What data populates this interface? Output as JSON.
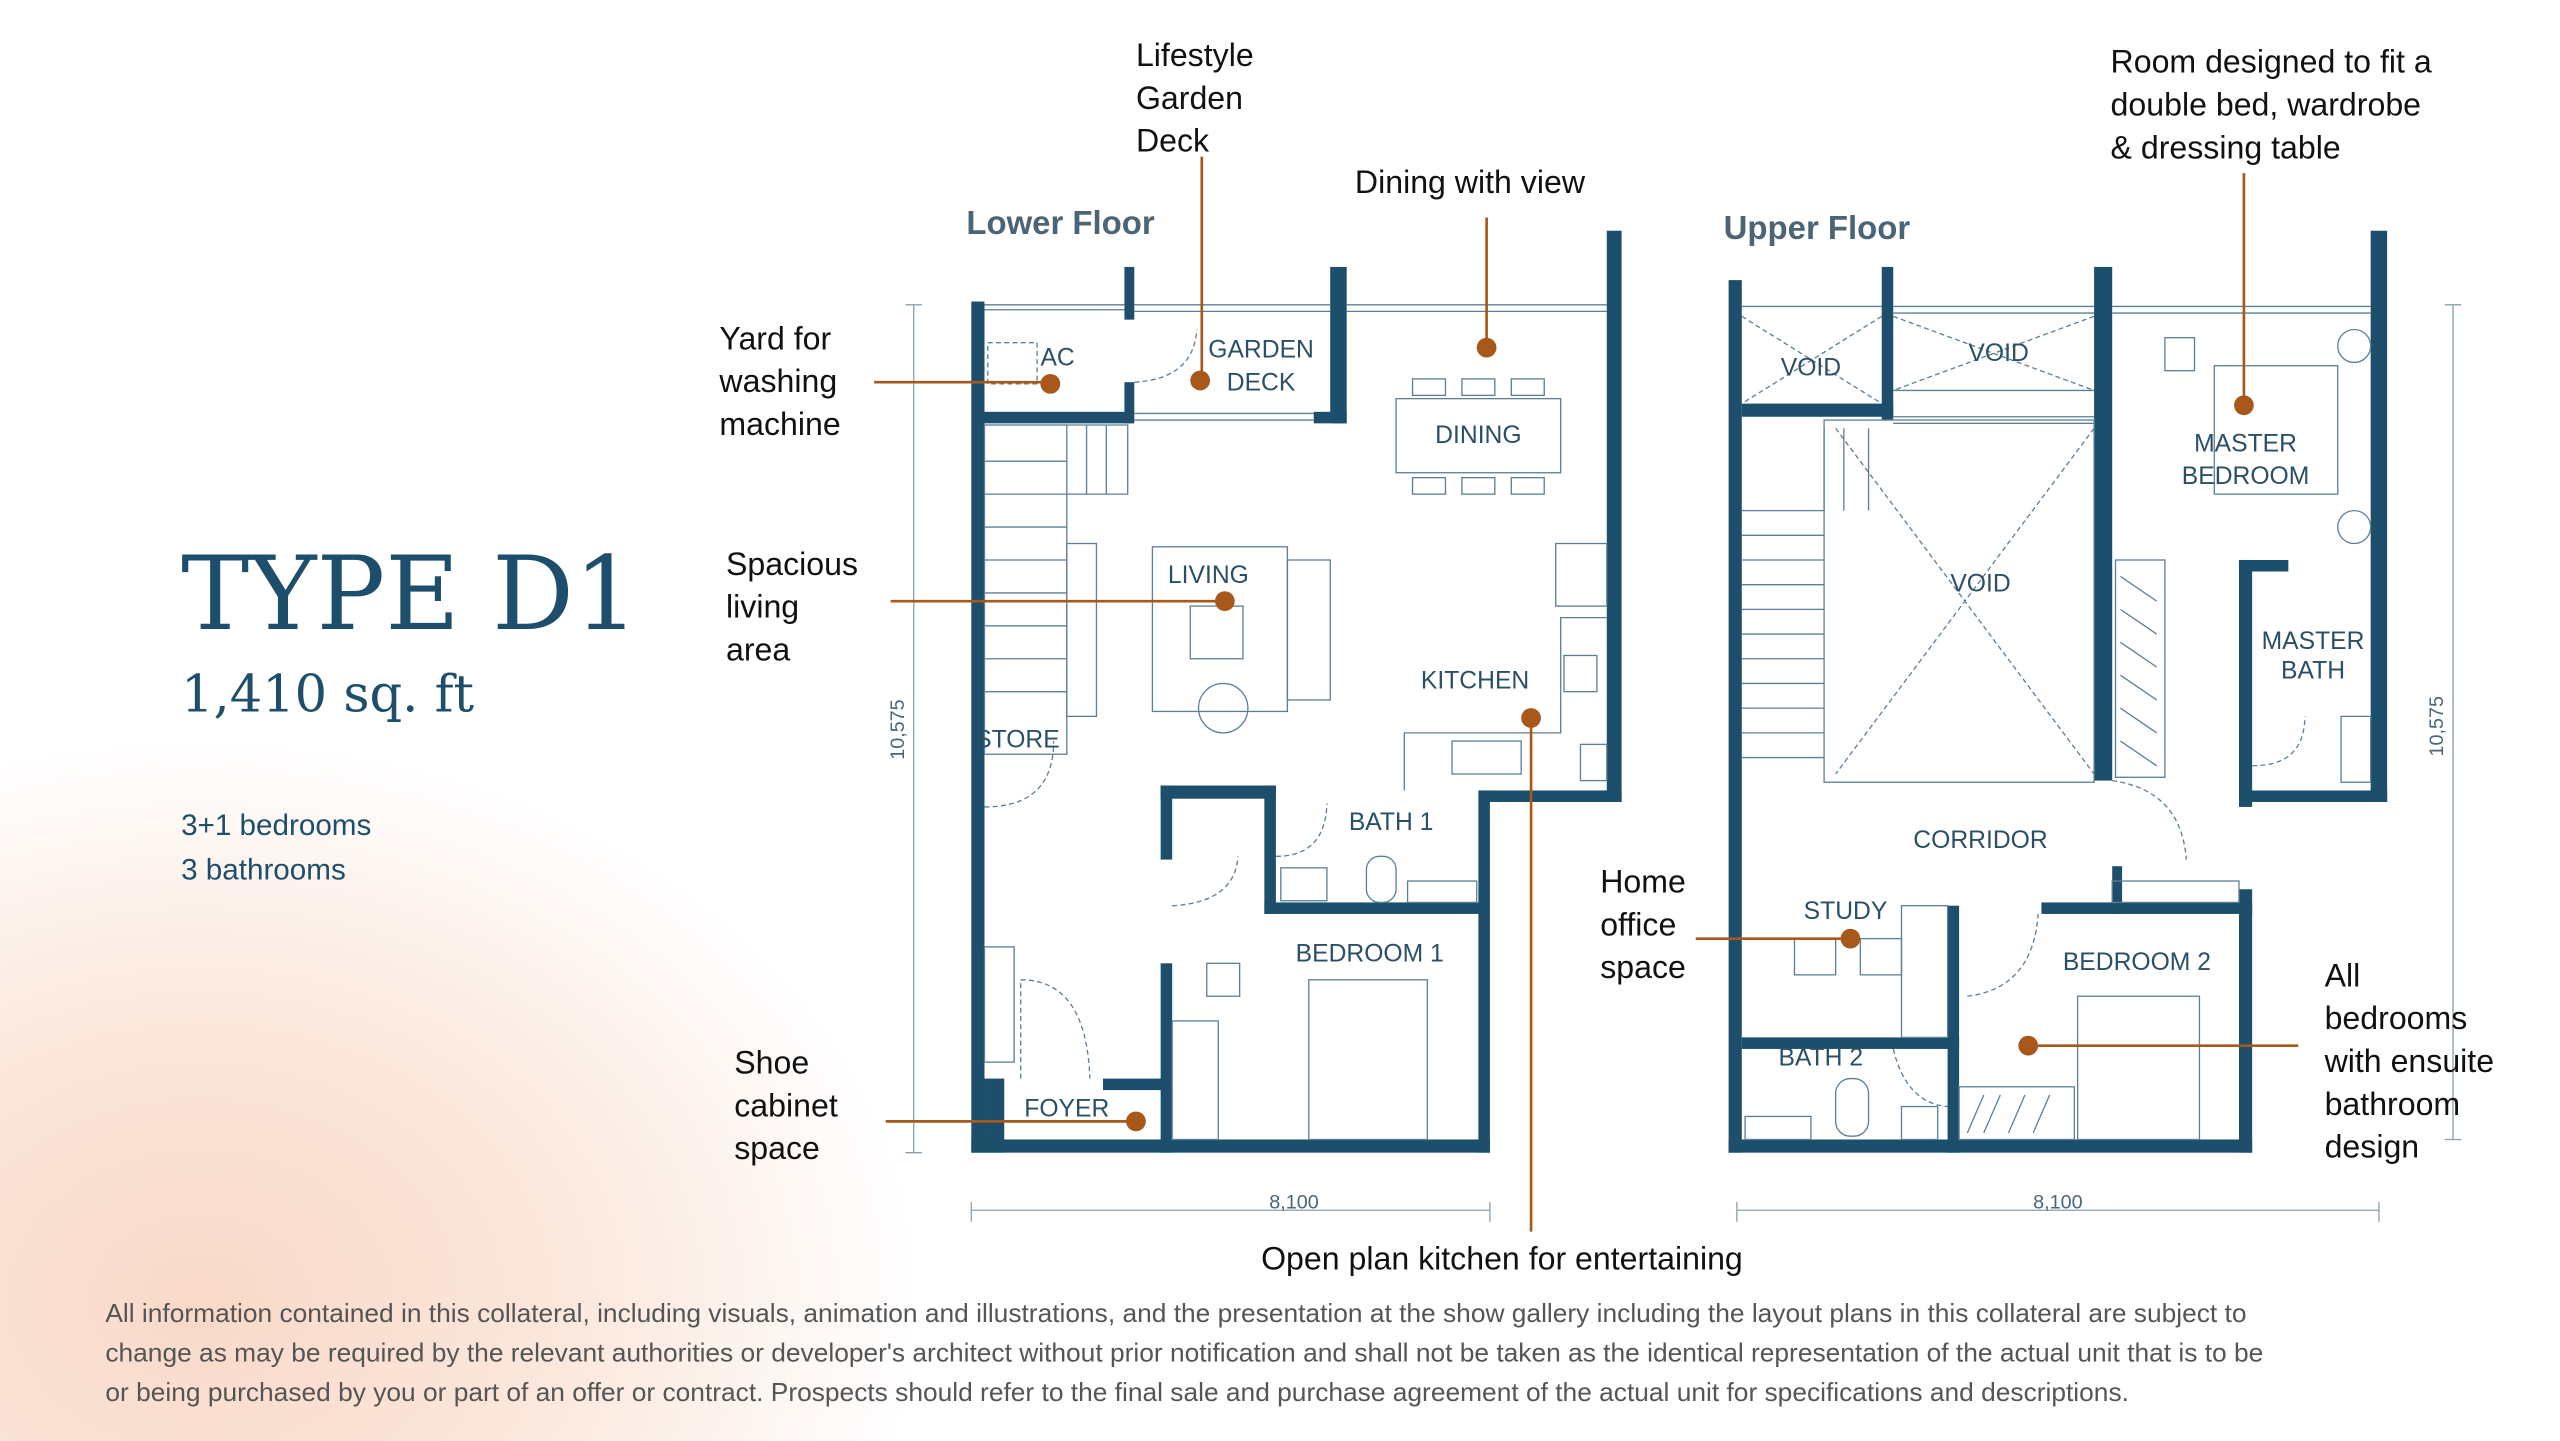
{
  "unit": {
    "type": "TYPE D1",
    "area": "1,410 sq. ft",
    "bedrooms": "3+1 bedrooms",
    "bathrooms": "3 bathrooms"
  },
  "lower_floor": {
    "title": "Lower Floor",
    "rooms": {
      "ac": "AC",
      "garden": "GARDEN",
      "deck": "DECK",
      "dining": "DINING",
      "living": "LIVING",
      "kitchen": "KITCHEN",
      "store": "STORE",
      "bath1": "BATH 1",
      "bedroom1": "BEDROOM 1",
      "foyer": "FOYER"
    },
    "width_dim": "8,100",
    "depth_dim": "10,575"
  },
  "upper_floor": {
    "title": "Upper Floor",
    "rooms": {
      "void1": "VOID",
      "void2": "VOID",
      "void3": "VOID",
      "master1": "MASTER",
      "master2": "BEDROOM",
      "mbath1": "MASTER",
      "mbath2": "BATH",
      "corridor": "CORRIDOR",
      "study": "STUDY",
      "bedroom2": "BEDROOM 2",
      "bath2": "BATH 2"
    },
    "width_dim": "8,100",
    "depth_dim": "10,575"
  },
  "annotations": {
    "garden_deck": [
      "Lifestyle",
      "Garden",
      "Deck"
    ],
    "dining": [
      "Dining with view"
    ],
    "yard": [
      "Yard for",
      "washing",
      "machine"
    ],
    "living": [
      "Spacious",
      "living",
      "area"
    ],
    "shoe": [
      "Shoe",
      "cabinet",
      "space"
    ],
    "kitchen": [
      "Open plan kitchen for entertaining"
    ],
    "home_office": [
      "Home",
      "office",
      "space"
    ],
    "master": [
      "Room designed to fit a",
      "double bed, wardrobe",
      "& dressing table"
    ],
    "ensuite": [
      "All",
      "bedrooms",
      "with ensuite",
      "bathroom",
      "design"
    ]
  },
  "disclaimer": [
    "All information contained in this collateral, including visuals, animation and illustrations, and the presentation at the show gallery including the layout plans in this collateral are subject to",
    "change as may be required by the relevant authorities or developer's architect without prior notification and shall not be taken as the identical representation of the actual unit that is to be",
    "or being purchased by you or part of an offer or contract. Prospects should refer to the final sale and purchase agreement of the actual unit for specifications and descriptions."
  ],
  "colors": {
    "wall": "#1d4e6b",
    "accent": "#a8581a",
    "title": "#1d4e6b"
  }
}
